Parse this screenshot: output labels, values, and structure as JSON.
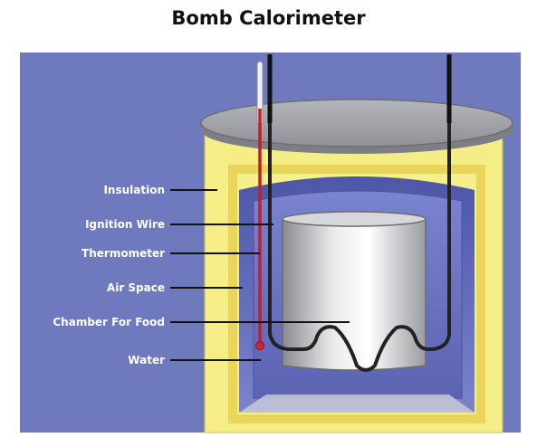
{
  "title": "Bomb Calorimeter",
  "labels": [
    {
      "id": "insulation",
      "text": "Insulation"
    },
    {
      "id": "ignition-wire",
      "text": "Ignition Wire"
    },
    {
      "id": "thermometer",
      "text": "Thermometer"
    },
    {
      "id": "air-space",
      "text": "Air Space"
    },
    {
      "id": "chamber-for-food",
      "text": "Chamber For Food"
    },
    {
      "id": "water",
      "text": "Water"
    }
  ],
  "colors": {
    "background": "#6f79bd",
    "insulation": "#f7f18a",
    "water": "#6b74c4",
    "lid": "#a7a9ae",
    "chamber": "#c9cacd",
    "thermometer": "#c41e2a",
    "wire": "#222222"
  }
}
